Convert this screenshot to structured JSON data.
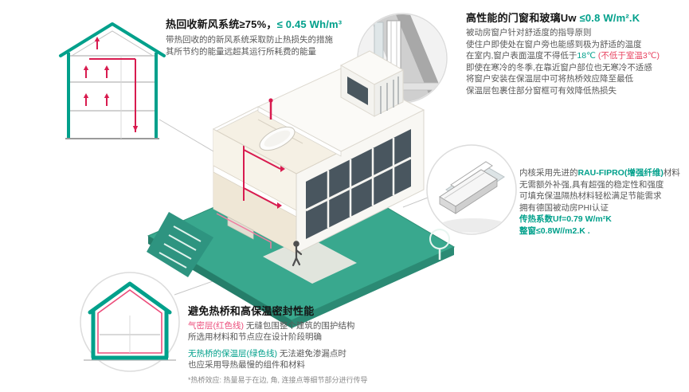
{
  "colors": {
    "accent_green": "#00A08B",
    "pink_airtight": "#EC4D7B",
    "red_duct": "#D81B4F",
    "platform_teal": "#39A88E",
    "body_text_gray": "#595959"
  },
  "ventilation": {
    "title1": "热回收新风系统≥75%，",
    "title2": "≤ 0.45 Wh/m³",
    "line1": "带热回收的的新风系统采取防止热损失的措施",
    "line2": "其所节约的能量远超其运行所耗费的能量"
  },
  "windows": {
    "title1": "高性能的门窗和玻璃Uw ",
    "title2": "≤0.8 W/m².K",
    "line1": "被动房窗户针对舒适度的指导原则",
    "line2": "使住户即使处在窗户旁也能感到极为舒适的温度",
    "line3a": "在室内,窗户表面温度不得低于",
    "line3b": "18℃",
    "line3c": " (不低于室温3℃)",
    "line4": "即使在寒冷的冬季,在靠近窗户部位也无寒冷不适感",
    "line5": "将窗户安装在保温层中可将热桥效应降至最低",
    "line6": "保温层包裹住部分窗框可有效降低热损失"
  },
  "profile": {
    "line1a": "内核采用先进的",
    "line1b": "RAU-FIPRO(增强纤维)",
    "line1c": "材料",
    "line2": "无需额外补强,具有超强的稳定性和强度",
    "line3": "可填充保温隔热材料轻松满足节能需求",
    "line4": "拥有德国被动房PHI认证",
    "line5": "传热系数Uf=0.79 W/m²K",
    "line6": "整窗≤0.8W//m2.K ."
  },
  "thermal": {
    "title": "避免热桥和高保温密封性能",
    "p1a": "气密层(红色线)",
    "p1b": " 无缝包围整个建筑的围护结构",
    "p1line2": "所选用材料和节点应在设计阶段明确",
    "p2a": "无热桥的保温层(绿色线)",
    "p2b": " 无法避免渗漏点时",
    "p2line2": "也应采用导热最慢的组件和材料",
    "note": "*热桥效应: 热量易于在边, 角, 连接点等细节部分进行传导"
  },
  "illustrations": {
    "ventilation_sketch": "house-section-with-heat-recovery-airflow",
    "window_detail": "window-installation-detail-photo",
    "frame_profile": "window-frame-profile-photo",
    "thermal_sketch": "house-section-airtight-and-insulation-layers",
    "house": "isometric-passive-house-cutaway"
  }
}
